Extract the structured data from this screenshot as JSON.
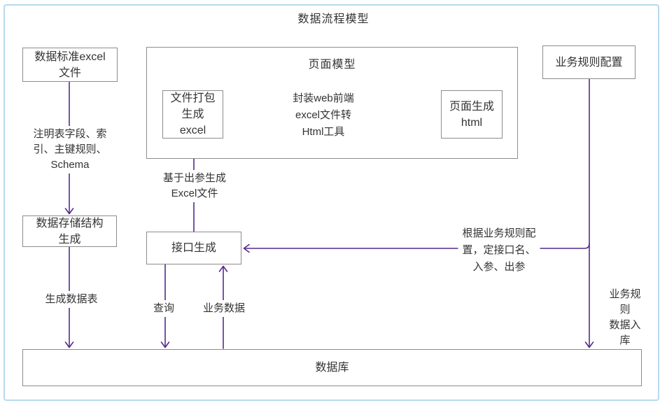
{
  "title": "数据流程模型",
  "colors": {
    "arrow": "#55298f",
    "box_border": "#8c8c8c",
    "frame": "#b7d9ee",
    "text": "#333333",
    "background": "#ffffff"
  },
  "boxes": {
    "data_standard": {
      "label": "数据标准excel\n文件"
    },
    "page_model": {
      "label": "页面模型"
    },
    "file_package": {
      "label": "文件打包\n生成\nexcel"
    },
    "page_html": {
      "label": "页面生成\nhtml"
    },
    "rule_config": {
      "label": "业务规则配置"
    },
    "storage_structure": {
      "label": "数据存储结构\n生成"
    },
    "interface_gen": {
      "label": "接口生成"
    },
    "database": {
      "label": "数据库"
    }
  },
  "annotations": {
    "table_fields": "注明表字段、索\n引、主键规则、\nSchema",
    "excel_from_params": "基于出参生成\nExcel文件",
    "web_tool": "封装web前端\nexcel文件转\nHtml工具",
    "rule_to_interface": "根据业务规则配\n置，定接口名、\n入参、出参",
    "gen_table": "生成数据表",
    "query": "查询",
    "business_data": "业务数据",
    "rule_into_db": "业务规则\n数据入库"
  }
}
